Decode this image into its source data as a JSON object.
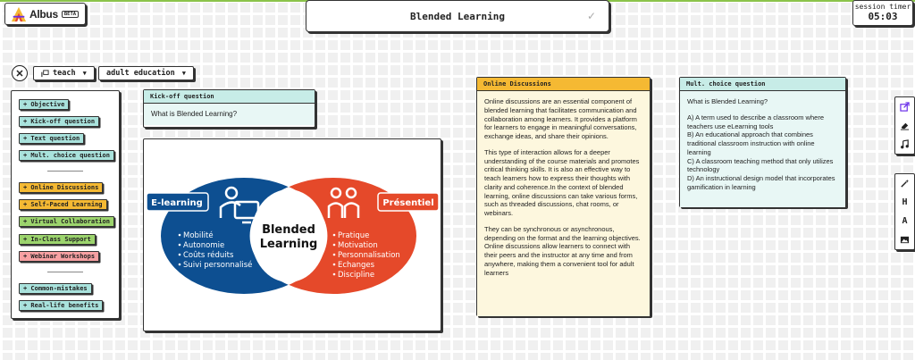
{
  "app": {
    "name": "Albus",
    "badge": "BETA"
  },
  "header": {
    "title": "Blended Learning"
  },
  "timer": {
    "label": "session timer",
    "value": "05:03"
  },
  "filters": {
    "close_label": "✕",
    "role": "teach",
    "audience": "adult education"
  },
  "sidebar": {
    "items": [
      {
        "label": "+ Objective"
      },
      {
        "label": "+ Kick-off question"
      },
      {
        "label": "+ Text question"
      },
      {
        "label": "+ Mult. choice question"
      },
      {
        "label": "+ Online Discussions"
      },
      {
        "label": "+ Self-Paced Learning"
      },
      {
        "label": "+ Virtual Collaboration"
      },
      {
        "label": "+ In-Class Support"
      },
      {
        "label": "+ Webinar Workshops"
      },
      {
        "label": "+ Common-mistakes"
      },
      {
        "label": "+ Real-life benefits"
      }
    ]
  },
  "kickoff": {
    "head": "Kick-off question",
    "body": "What is Blended Learning?"
  },
  "diagram": {
    "left_tag": "E-learning",
    "right_tag": "Présentiel",
    "center_line1": "Blended",
    "center_line2": "Learning",
    "left_points": [
      "Mobilité",
      "Autonomie",
      "Coûts réduits",
      "Suivi personnalisé"
    ],
    "right_points": [
      "Pratique",
      "Motivation",
      "Personnalisation",
      "Echanges",
      "Discipline"
    ],
    "colors": {
      "left": "#0d4f91",
      "right": "#e5492a"
    }
  },
  "discussions": {
    "head": "Online Discussions",
    "paragraphs": [
      "Online discussions are an essential component of blended learning that facilitates communication and collaboration among learners. It provides a platform for learners to engage in meaningful conversations, exchange ideas, and share their opinions.",
      "This type of interaction allows for a deeper understanding of the course materials and promotes critical thinking skills. It is also an effective way to teach learners how to express their thoughts with clarity and coherence.In the context of blended learning, online discussions can take various forms, such as threaded discussions, chat rooms, or webinars.",
      "They can be synchronous or asynchronous, depending on the format and the learning objectives. Online discussions allow learners to connect with their peers and the instructor at any time and from anywhere, making them a convenient tool for adult learners"
    ]
  },
  "mcq": {
    "head": "Mult. choice question",
    "question": "What is Blended Learning?",
    "options": [
      "A) A term used to describe a classroom where teachers use eLearning tools",
      "B) An educational approach that combines traditional classroom instruction with online learning",
      "C) A classroom teaching method that only utilizes technology",
      "D) An instructional design model that incorporates gamification in learning"
    ]
  },
  "toolbar": {
    "heading_label": "H",
    "text_label": "A"
  }
}
